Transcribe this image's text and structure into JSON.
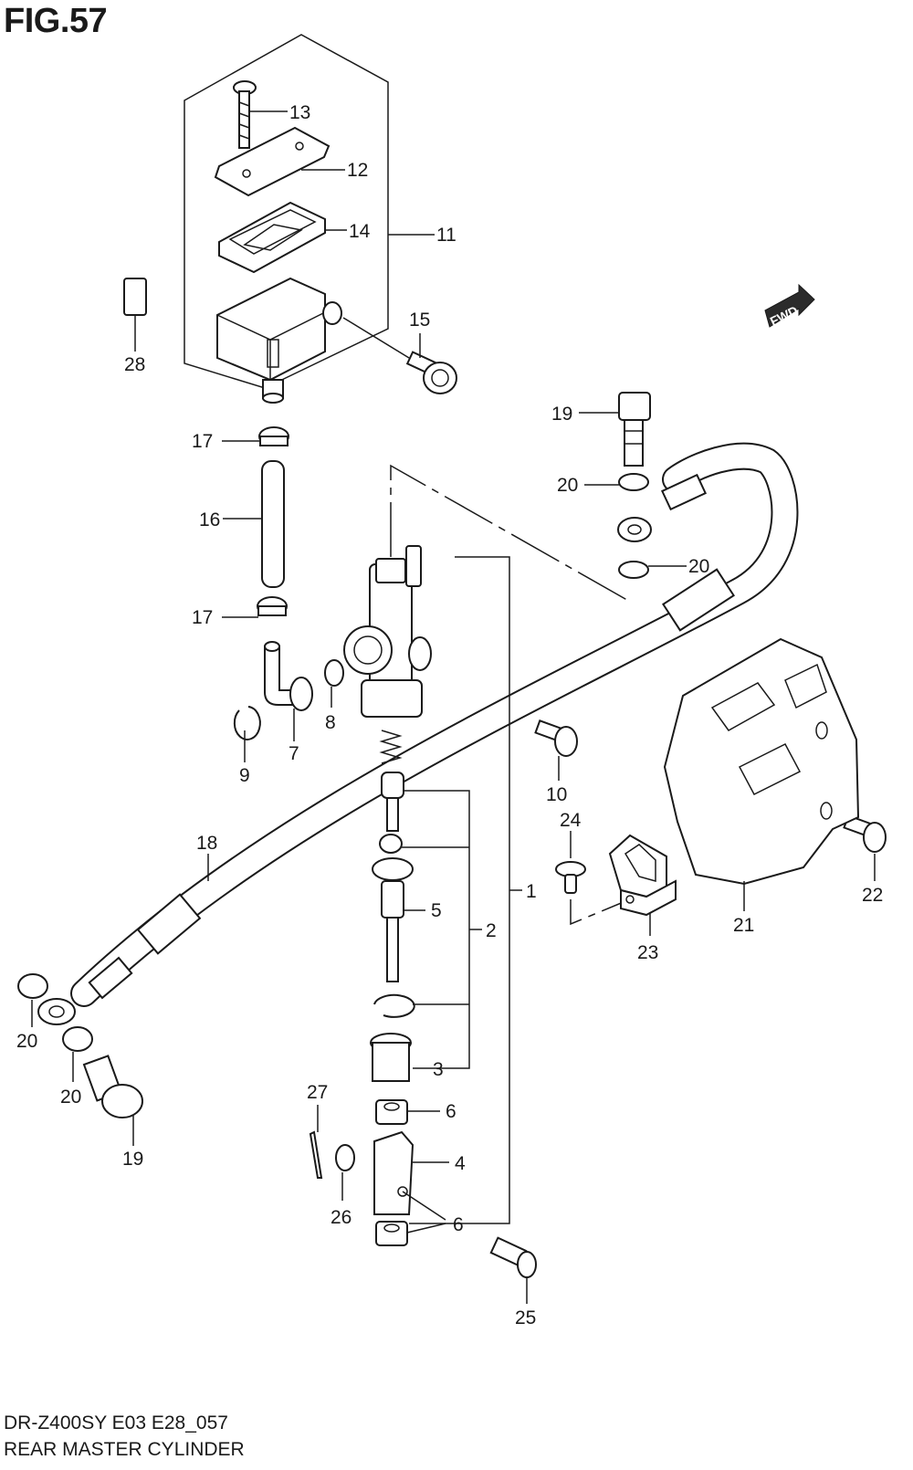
{
  "figure": {
    "title": "FIG.57"
  },
  "footer": {
    "model_code": "DR-Z400SY E03 E28_057",
    "assembly_name": "REAR MASTER CYLINDER"
  },
  "fwd_badge": {
    "label": "FWD"
  },
  "callouts": [
    {
      "id": "c13",
      "text": "13"
    },
    {
      "id": "c12",
      "text": "12"
    },
    {
      "id": "c14",
      "text": "14"
    },
    {
      "id": "c11",
      "text": "11"
    },
    {
      "id": "c28",
      "text": "28"
    },
    {
      "id": "c15",
      "text": "15"
    },
    {
      "id": "c19a",
      "text": "19"
    },
    {
      "id": "c20a",
      "text": "20"
    },
    {
      "id": "c20b",
      "text": "20"
    },
    {
      "id": "c17a",
      "text": "17"
    },
    {
      "id": "c16",
      "text": "16"
    },
    {
      "id": "c17b",
      "text": "17"
    },
    {
      "id": "c9",
      "text": "9"
    },
    {
      "id": "c7",
      "text": "7"
    },
    {
      "id": "c8",
      "text": "8"
    },
    {
      "id": "c10",
      "text": "10"
    },
    {
      "id": "c18",
      "text": "18"
    },
    {
      "id": "c24",
      "text": "24"
    },
    {
      "id": "c22",
      "text": "22"
    },
    {
      "id": "c21",
      "text": "21"
    },
    {
      "id": "c1",
      "text": "1"
    },
    {
      "id": "c2",
      "text": "2"
    },
    {
      "id": "c5",
      "text": "5"
    },
    {
      "id": "c23",
      "text": "23"
    },
    {
      "id": "c20c",
      "text": "20"
    },
    {
      "id": "c20d",
      "text": "20"
    },
    {
      "id": "c19b",
      "text": "19"
    },
    {
      "id": "c3",
      "text": "3"
    },
    {
      "id": "c27",
      "text": "27"
    },
    {
      "id": "c6a",
      "text": "6"
    },
    {
      "id": "c4",
      "text": "4"
    },
    {
      "id": "c26",
      "text": "26"
    },
    {
      "id": "c6b",
      "text": "6"
    },
    {
      "id": "c25",
      "text": "25"
    }
  ]
}
